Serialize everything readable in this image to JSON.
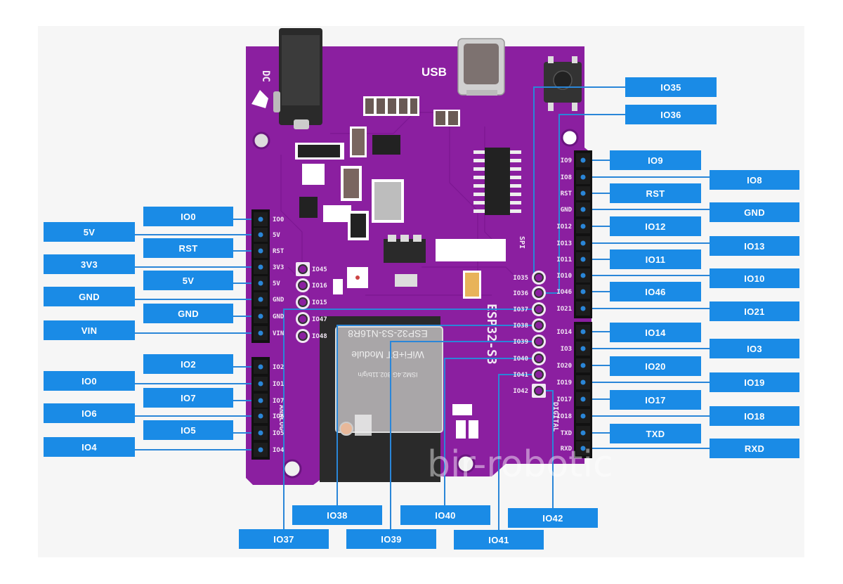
{
  "title": "ESP32-S3 development board pinout",
  "colors": {
    "board": "#8b1fa0",
    "label_bg": "#1a8be6",
    "line": "#2a86d8",
    "panel": "#f6f6f6"
  },
  "board": {
    "silkscreen_name": "ESP32-S3",
    "module_line1": "ISM2.4G 802.11b/g/n",
    "module_line2": "WiFi+BT Module",
    "module_line3": "ESP32-S3-N16R8",
    "usb_label": "USB",
    "dc_label": "DC",
    "analog_label": "ANALOG",
    "digital_label": "DIGITAL",
    "spi_label": "SPI",
    "watermark": "bir-robotic"
  },
  "header_silk": {
    "power": [
      "IO0",
      "5V",
      "RST",
      "3V3",
      "5V",
      "GND",
      "GND",
      "VIN"
    ],
    "analog": [
      "IO2",
      "IO1",
      "IO7",
      "IO6",
      "IO5",
      "IO4"
    ],
    "mid_pads": [
      "IO45",
      "IO16",
      "IO15",
      "IO47",
      "IO48"
    ],
    "inner": [
      "IO35",
      "IO36",
      "IO37",
      "IO38",
      "IO39",
      "IO40",
      "IO41",
      "IO42"
    ],
    "right_top": [
      "IO9",
      "IO8",
      "RST",
      "GND",
      "IO12",
      "IO13",
      "IO11",
      "IO10",
      "IO46",
      "IO21"
    ],
    "right_bottom": [
      "IO14",
      "IO3",
      "IO20",
      "IO19",
      "IO17",
      "IO18",
      "TXD",
      "RXD"
    ]
  },
  "labels": {
    "left_power": [
      "IO0",
      "5V",
      "RST",
      "3V3",
      "5V",
      "GND",
      "GND",
      "VIN"
    ],
    "left_analog": [
      "IO2",
      "IO0",
      "IO7",
      "IO6",
      "IO5",
      "IO4"
    ],
    "top_right": [
      "IO35",
      "IO36"
    ],
    "right_top": [
      "IO9",
      "IO8",
      "RST",
      "GND",
      "IO12",
      "IO13",
      "IO11",
      "IO10",
      "IO46",
      "IO21"
    ],
    "right_bottom": [
      "IO14",
      "IO3",
      "IO20",
      "IO19",
      "IO17",
      "IO18",
      "TXD",
      "RXD"
    ],
    "bottom": [
      "IO37",
      "IO38",
      "IO39",
      "IO40",
      "IO41",
      "IO42"
    ]
  }
}
